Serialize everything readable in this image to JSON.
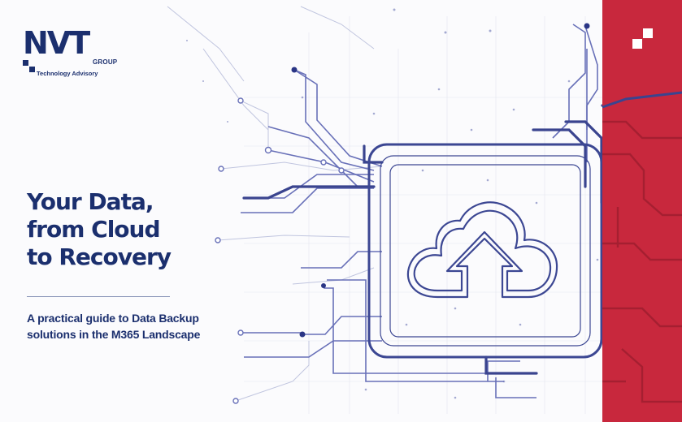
{
  "brand": {
    "logo_main": "NVT",
    "logo_group": "GROUP",
    "logo_tagline": "Technology Advisory"
  },
  "hero": {
    "title_lines": [
      "Your Data,",
      "from Cloud",
      "to Recovery"
    ],
    "subtitle_lines": [
      "A practical guide to Data Backup",
      "solutions in the M365 Landscape"
    ]
  },
  "art": {
    "icon": "cloud-upload-icon",
    "corner_icon": "pixel-squares-icon"
  },
  "colors": {
    "navy": "#1b2f6e",
    "red": "#c8283d",
    "circuit": "#4450a0"
  }
}
